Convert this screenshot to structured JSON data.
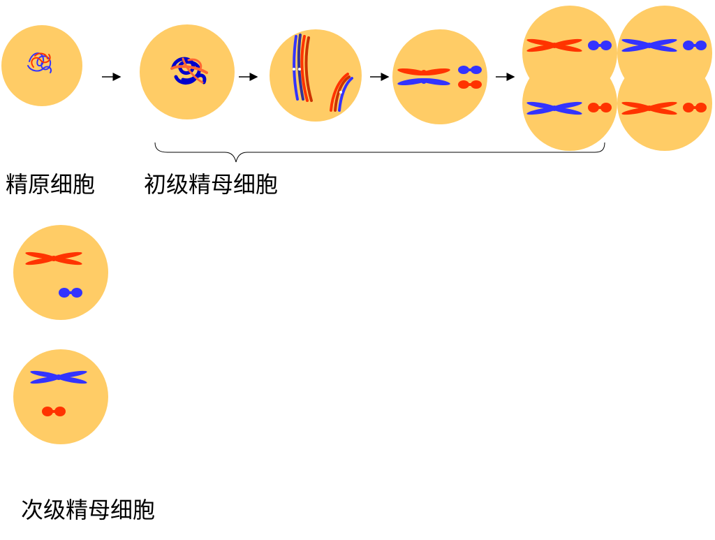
{
  "labels": {
    "spermatogonium": "精原细胞",
    "primary_spermatocyte": "初级精母细胞",
    "secondary_spermatocyte": "次级精母细胞"
  },
  "colors": {
    "cell": "#FFCC66",
    "maternal_chromosome": "#FF3300",
    "paternal_chromosome": "#3333FF",
    "dark_blue_chromatin": "#0000CC",
    "arrow": "#000000",
    "brace": "#000000"
  },
  "icons": {
    "arrow": "right-arrow-icon",
    "brace": "curly-brace"
  }
}
